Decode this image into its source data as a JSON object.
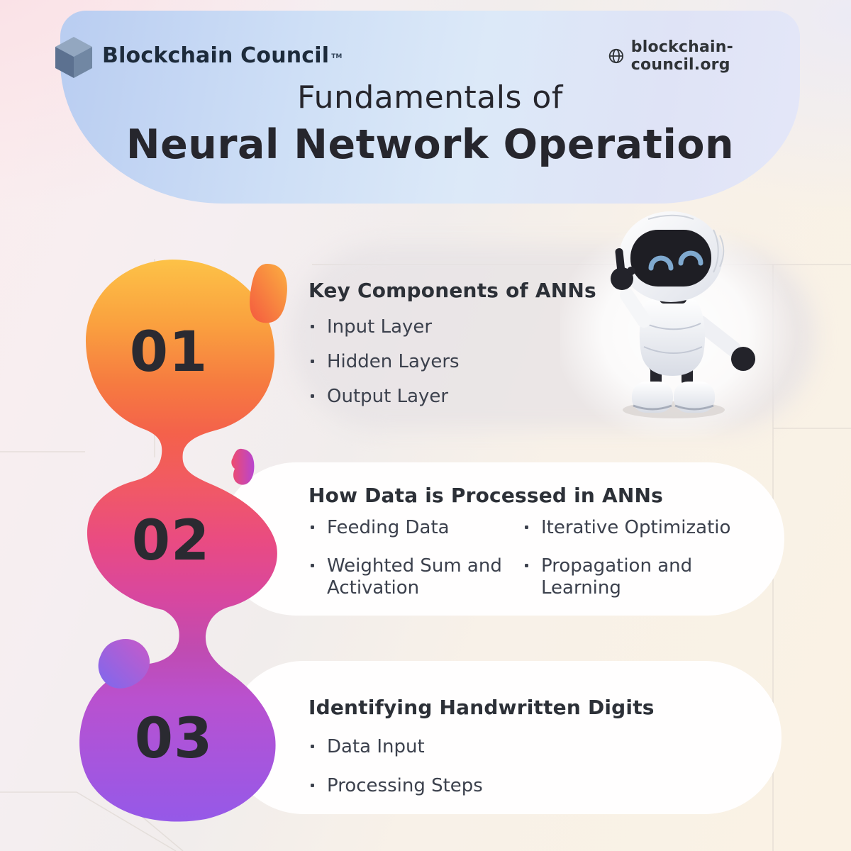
{
  "header": {
    "logo_text": "Blockchain Council",
    "logo_tm": "TM",
    "website": "blockchain-council.org",
    "title_line1": "Fundamentals of",
    "title_line2": "Neural Network Operation"
  },
  "sections": [
    {
      "number": "01",
      "heading": "Key Components of ANNs",
      "bullets": [
        "Input Layer",
        "Hidden Layers",
        "Output Layer"
      ]
    },
    {
      "number": "02",
      "heading": "How Data is Processed in ANNs",
      "bullets_left": [
        "Feeding Data",
        "Weighted Sum and Activation"
      ],
      "bullets_right": [
        "Iterative Optimizatio",
        "Propagation and Learning"
      ]
    },
    {
      "number": "03",
      "heading": "Identifying Handwritten Digits",
      "bullets": [
        "Data Input",
        "Processing Steps"
      ]
    }
  ],
  "palette": {
    "header_gradient_start": "#B9CDF1",
    "header_gradient_end": "#E4E7F8",
    "blob1_top": "#FDC247",
    "blob1_bottom": "#F4614B",
    "blob2_mid": "#E94B82",
    "blob3_bottom": "#9559E8",
    "text_dark": "#2C3037",
    "text_body": "#3C414D",
    "card_bg": "#FFFEFE",
    "robot_eye_blue": "#7FA9CF"
  }
}
